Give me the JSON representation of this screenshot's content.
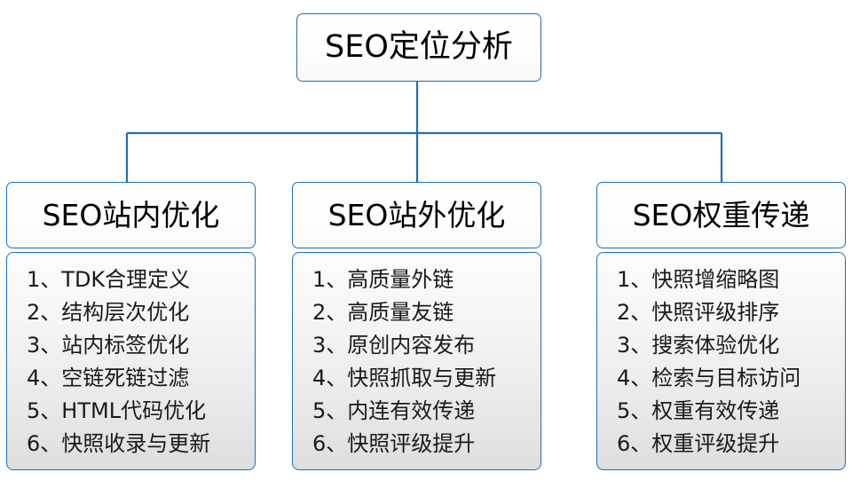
{
  "diagram": {
    "root": {
      "title": "SEO定位分析"
    },
    "colors": {
      "connector": "#1f6fb5",
      "box_border": "#1f6fb5",
      "text": "#000000"
    },
    "branches": [
      {
        "header": "SEO站内优化",
        "items": [
          {
            "index": "1、",
            "text": "TDK合理定义"
          },
          {
            "index": "2、",
            "text": "结构层次优化"
          },
          {
            "index": "3、",
            "text": "站内标签优化"
          },
          {
            "index": "4、",
            "text": "空链死链过滤"
          },
          {
            "index": "5、",
            "text": "HTML代码优化"
          },
          {
            "index": "6、",
            "text": "快照收录与更新"
          }
        ]
      },
      {
        "header": "SEO站外优化",
        "items": [
          {
            "index": "1、",
            "text": "高质量外链"
          },
          {
            "index": "2、",
            "text": "高质量友链"
          },
          {
            "index": "3、",
            "text": "原创内容发布"
          },
          {
            "index": "4、",
            "text": "快照抓取与更新"
          },
          {
            "index": "5、",
            "text": "内连有效传递"
          },
          {
            "index": "6、",
            "text": "快照评级提升"
          }
        ]
      },
      {
        "header": "SEO权重传递",
        "items": [
          {
            "index": "1、",
            "text": "快照增缩略图"
          },
          {
            "index": "2、",
            "text": "快照评级排序"
          },
          {
            "index": "3、",
            "text": "搜索体验优化"
          },
          {
            "index": "4、",
            "text": "检索与目标访问"
          },
          {
            "index": "5、",
            "text": "权重有效传递"
          },
          {
            "index": "6、",
            "text": "权重评级提升"
          }
        ]
      }
    ]
  }
}
